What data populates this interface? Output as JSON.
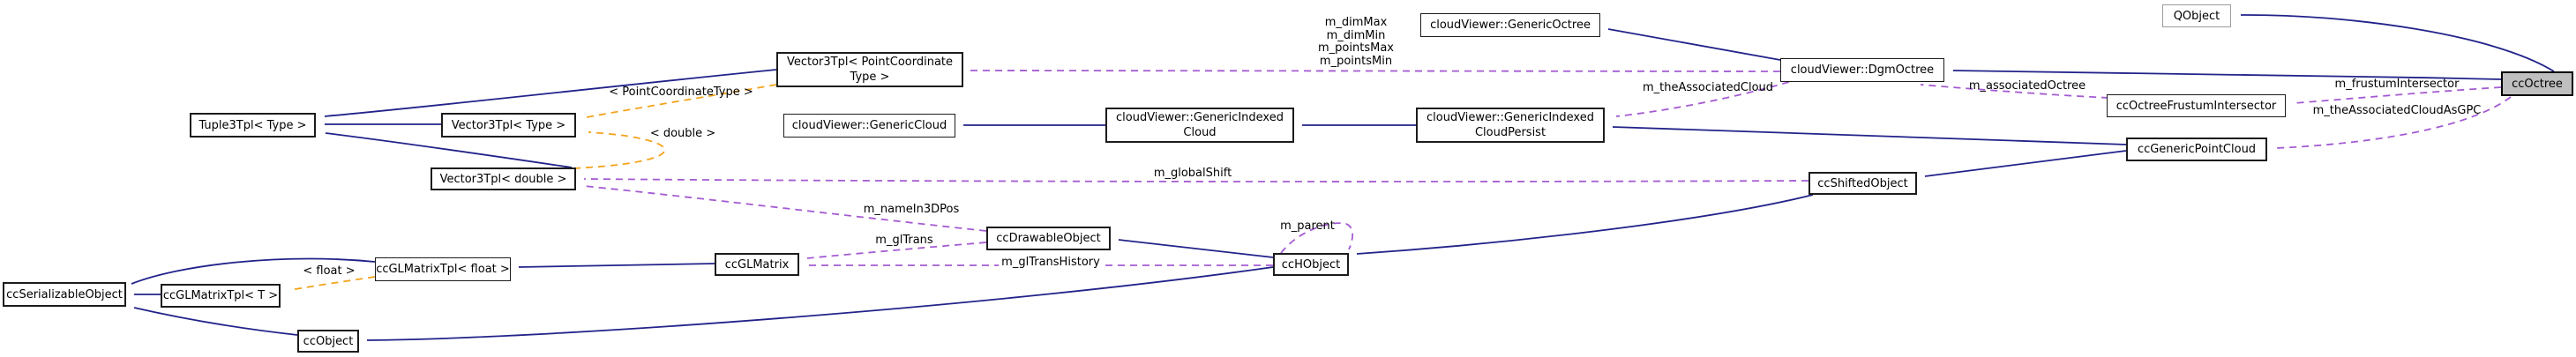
{
  "diagram": {
    "type": "doxygen-collaboration-graph",
    "focus_class": "ccOctree",
    "colors": {
      "inheritance_arrow": "#22228a",
      "usage_arrow": "#a45bd2",
      "template_arrow": "#f3a31c",
      "node_background": "#ffffff",
      "focus_node_background": "#bfbfbf",
      "node_border": "#1c1c1c"
    },
    "nodes": {
      "qobject": {
        "label": "QObject"
      },
      "ccoctree": {
        "label": "ccOctree"
      },
      "generic_octree": {
        "label": "cloudViewer::GenericOctree"
      },
      "dgm_octree": {
        "label": "cloudViewer::DgmOctree"
      },
      "frustum": {
        "label": "ccOctreeFrustumIntersector"
      },
      "gpc": {
        "label": "ccGenericPointCloud"
      },
      "v3_pct": {
        "label": "Vector3Tpl< PointCoordinate\nType >"
      },
      "tuple3": {
        "label": "Tuple3Tpl< Type >"
      },
      "v3_type": {
        "label": "Vector3Tpl< Type >"
      },
      "generic_cloud": {
        "label": "cloudViewer::GenericCloud"
      },
      "gi_cloud": {
        "label": "cloudViewer::GenericIndexed\nCloud"
      },
      "gi_cloud_persist": {
        "label": "cloudViewer::GenericIndexed\nCloudPersist"
      },
      "shifted": {
        "label": "ccShiftedObject"
      },
      "v3_double": {
        "label": "Vector3Tpl< double >"
      },
      "drawable": {
        "label": "ccDrawableObject"
      },
      "hobject": {
        "label": "ccHObject"
      },
      "glmatrix": {
        "label": "ccGLMatrix"
      },
      "glmatrix_float": {
        "label": "ccGLMatrixTpl< float >"
      },
      "glmatrix_t": {
        "label": "ccGLMatrixTpl< T >"
      },
      "serializable": {
        "label": "ccSerializableObject"
      },
      "ccobject": {
        "label": "ccObject"
      }
    },
    "edge_labels": {
      "dims": "m_dimMax\nm_dimMin\nm_pointsMax\nm_pointsMin",
      "the_associated_cloud": "m_theAssociatedCloud",
      "associated_octree": "m_associatedOctree",
      "frustum_intersector": "m_frustumIntersector",
      "the_associated_cloud_as_gpc": "m_theAssociatedCloudAsGPC",
      "pct_instance": "< PointCoordinateType >",
      "double_instance": "< double >",
      "global_shift": "m_globalShift",
      "name_in_3d_pos": "m_nameIn3DPos",
      "gl_trans": "m_glTrans",
      "gl_trans_history": "m_glTransHistory",
      "parent": "m_parent",
      "float_instance": "< float >"
    },
    "edges": [
      {
        "from": "ccoctree",
        "to": "qobject",
        "relation": "inheritance"
      },
      {
        "from": "ccoctree",
        "to": "dgm_octree",
        "relation": "inheritance"
      },
      {
        "from": "dgm_octree",
        "to": "generic_octree",
        "relation": "inheritance"
      },
      {
        "from": "gi_cloud",
        "to": "generic_cloud",
        "relation": "inheritance"
      },
      {
        "from": "gi_cloud_persist",
        "to": "gi_cloud",
        "relation": "inheritance"
      },
      {
        "from": "gpc",
        "to": "gi_cloud_persist",
        "relation": "inheritance"
      },
      {
        "from": "gpc",
        "to": "shifted",
        "relation": "inheritance"
      },
      {
        "from": "shifted",
        "to": "hobject",
        "relation": "inheritance"
      },
      {
        "from": "hobject",
        "to": "drawable",
        "relation": "inheritance"
      },
      {
        "from": "hobject",
        "to": "ccobject",
        "relation": "inheritance"
      },
      {
        "from": "ccobject",
        "to": "serializable",
        "relation": "inheritance"
      },
      {
        "from": "glmatrix_t",
        "to": "serializable",
        "relation": "inheritance"
      },
      {
        "from": "glmatrix_float",
        "to": "serializable",
        "relation": "inheritance"
      },
      {
        "from": "glmatrix",
        "to": "glmatrix_float",
        "relation": "inheritance"
      },
      {
        "from": "v3_type",
        "to": "tuple3",
        "relation": "inheritance"
      },
      {
        "from": "v3_pct",
        "to": "tuple3",
        "relation": "inheritance"
      },
      {
        "from": "v3_double",
        "to": "tuple3",
        "relation": "inheritance"
      },
      {
        "from": "v3_pct",
        "to": "v3_type",
        "relation": "template-instance",
        "label": "< PointCoordinateType >"
      },
      {
        "from": "v3_double",
        "to": "v3_type",
        "relation": "template-instance",
        "label": "< double >"
      },
      {
        "from": "glmatrix_float",
        "to": "glmatrix_t",
        "relation": "template-instance",
        "label": "< float >"
      },
      {
        "from": "dgm_octree",
        "to": "v3_pct",
        "relation": "usage",
        "label": "m_dimMax m_dimMin m_pointsMax m_pointsMin"
      },
      {
        "from": "dgm_octree",
        "to": "gi_cloud_persist",
        "relation": "usage",
        "label": "m_theAssociatedCloud"
      },
      {
        "from": "frustum",
        "to": "dgm_octree",
        "relation": "usage",
        "label": "m_associatedOctree"
      },
      {
        "from": "ccoctree",
        "to": "frustum",
        "relation": "usage",
        "label": "m_frustumIntersector"
      },
      {
        "from": "ccoctree",
        "to": "gpc",
        "relation": "usage",
        "label": "m_theAssociatedCloudAsGPC"
      },
      {
        "from": "shifted",
        "to": "v3_double",
        "relation": "usage",
        "label": "m_globalShift"
      },
      {
        "from": "drawable",
        "to": "v3_double",
        "relation": "usage",
        "label": "m_nameIn3DPos"
      },
      {
        "from": "drawable",
        "to": "glmatrix",
        "relation": "usage",
        "label": "m_glTrans"
      },
      {
        "from": "hobject",
        "to": "glmatrix",
        "relation": "usage",
        "label": "m_glTransHistory"
      },
      {
        "from": "hobject",
        "to": "hobject",
        "relation": "usage",
        "label": "m_parent"
      }
    ]
  }
}
